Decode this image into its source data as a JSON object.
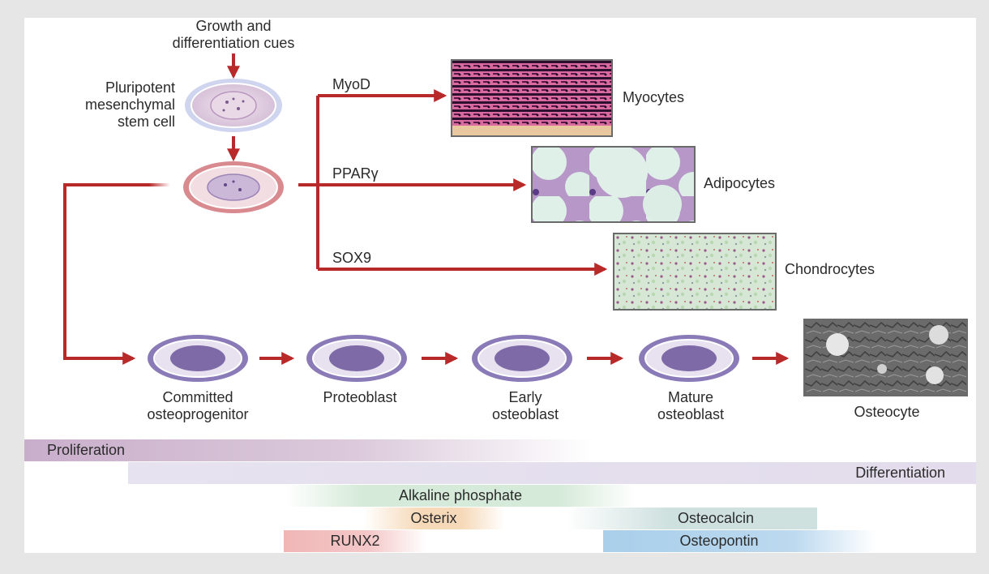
{
  "figure": {
    "top_cue": "Growth and\ndifferentiation cues",
    "stem_cell_label": "Pluripotent\nmesenchymal\nstem cell",
    "pathways": [
      {
        "factor": "MyoD",
        "cell": "Myocytes"
      },
      {
        "factor": "PPARγ",
        "cell": "Adipocytes"
      },
      {
        "factor": "SOX9",
        "cell": "Chondrocytes"
      }
    ],
    "osteo_stages": [
      "Committed\nosteoprogenitor",
      "Proteoblast",
      "Early\nosteoblast",
      "Mature\nosteoblast",
      "Osteocyte"
    ]
  },
  "timeline": {
    "proliferation": "Proliferation",
    "differentiation": "Differentiation",
    "alkaline_phosphate": "Alkaline phosphate",
    "osterix": "Osterix",
    "osteocalcin": "Osteocalcin",
    "runx2": "RUNX2",
    "osteopontin": "Osteopontin"
  },
  "colors": {
    "arrow": "#b82a2a",
    "cell_ring": "#8a7bb8",
    "cell_nucleus": "#7d6aa6",
    "proliferation_bar": "#c9aecb",
    "differentiation_bar": "#e4dcec",
    "alkaline_bar": "#d5ead8",
    "osterix_bar": "#f6d9b8",
    "osteocalcin_bar": "#cfe1df",
    "runx2_bar": "#f0b6b6",
    "osteopontin_bar": "#a9cfea"
  }
}
